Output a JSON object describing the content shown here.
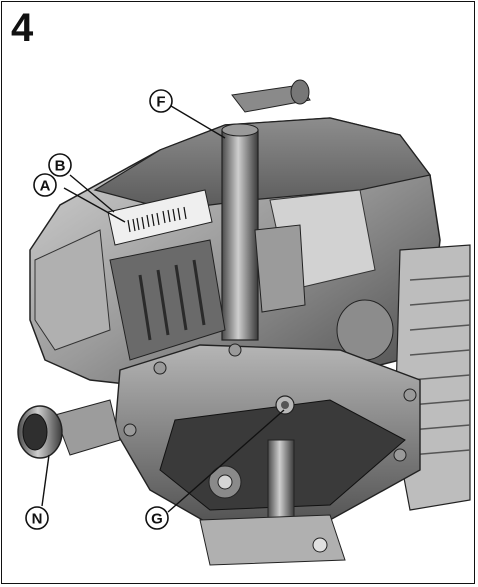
{
  "figure": {
    "number": "4",
    "callouts": [
      {
        "id": "A",
        "label": "A"
      },
      {
        "id": "B",
        "label": "B"
      },
      {
        "id": "F",
        "label": "F"
      },
      {
        "id": "G",
        "label": "G"
      },
      {
        "id": "N",
        "label": "N"
      }
    ]
  },
  "colors": {
    "frame": "#111111",
    "engine_dark": "#3f3f3f",
    "engine_mid": "#7a7a7a",
    "engine_light": "#c9c9c9",
    "callout_fill": "#ffffff"
  }
}
